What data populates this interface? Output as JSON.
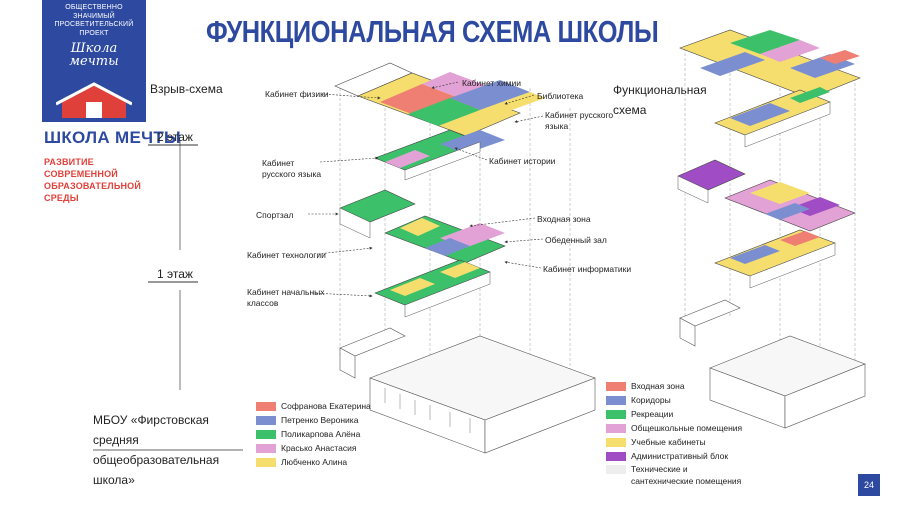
{
  "header": {
    "logo_top": "ОБЩЕСТВЕННО ЗНАЧИМЫЙ ПРОСВЕТИТЕЛЬСКИЙ ПРОЕКТ",
    "logo_script": "Школа мечты",
    "school_name": "ШКОЛА МЕЧТЫ",
    "school_sub": "РАЗВИТИЕ СОВРЕМЕННОЙ ОБРАЗОВАТЕЛЬНОЙ СРЕДЫ",
    "title": "ФУНКЦИОНАЛЬНАЯ СХЕМА ШКОЛЫ"
  },
  "left_labels": {
    "explode": "Взрыв-схема",
    "floor2": "2 этаж",
    "floor1": "1 этаж",
    "school": "МБОУ «Фирстовская средняя общеобразовательная школа»"
  },
  "callouts": {
    "physics": "Кабинет физики",
    "chemistry": "Кабинет химии",
    "library": "Библиотека",
    "russian_upper": "Кабинет русского языка",
    "history": "Кабинет истории",
    "russian_lower": "Кабинет русского языка",
    "gym": "Спортзал",
    "entrance": "Входная зона",
    "dining": "Обеденный зал",
    "technology": "Кабинет технологии",
    "informatics": "Кабинет информатики",
    "primary": "Кабинет начальных классов"
  },
  "functional_label": "Функциональная схема",
  "authors_legend": [
    {
      "name": "Софранова Екатерина",
      "color": "#ee7f72"
    },
    {
      "name": "Петренко Вероника",
      "color": "#7b8fd0"
    },
    {
      "name": "Поликарпова Алёна",
      "color": "#3cc06a"
    },
    {
      "name": "Красько Анастасия",
      "color": "#e3a2d6"
    },
    {
      "name": "Любченко Алина",
      "color": "#f5de6e"
    }
  ],
  "function_legend": [
    {
      "name": "Входная зона",
      "color": "#ee7f72"
    },
    {
      "name": "Коридоры",
      "color": "#7b8fd0"
    },
    {
      "name": "Рекреации",
      "color": "#3cc06a"
    },
    {
      "name": "Общешкольные помещения",
      "color": "#e3a2d6"
    },
    {
      "name": "Учебные кабинеты",
      "color": "#f5de6e"
    },
    {
      "name": "Административный блок",
      "color": "#a04cc4"
    },
    {
      "name": "Технические и сантехнические помещения",
      "color": "#eeeeee"
    }
  ],
  "page_number": "24",
  "colors": {
    "brand": "#2e4aa0",
    "accent": "#e0403a"
  }
}
